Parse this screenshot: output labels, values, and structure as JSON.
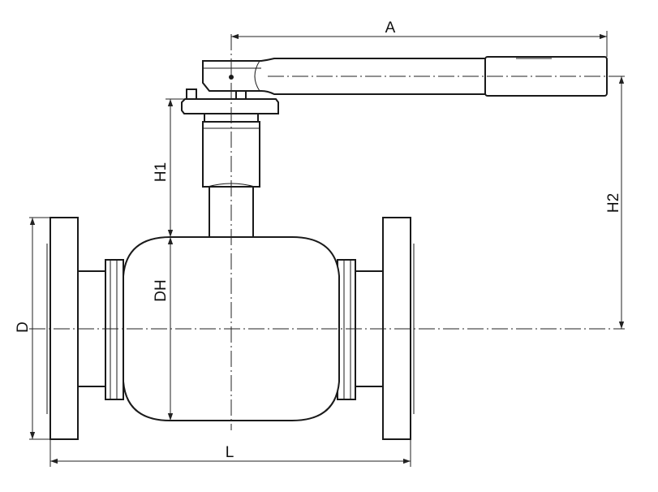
{
  "diagram": {
    "dimension_labels": {
      "a": "A",
      "h1": "H1",
      "h2": "H2",
      "dh": "DH",
      "d": "D",
      "l": "L"
    },
    "colors": {
      "line": "#1a1a1a",
      "background": "#ffffff"
    }
  }
}
